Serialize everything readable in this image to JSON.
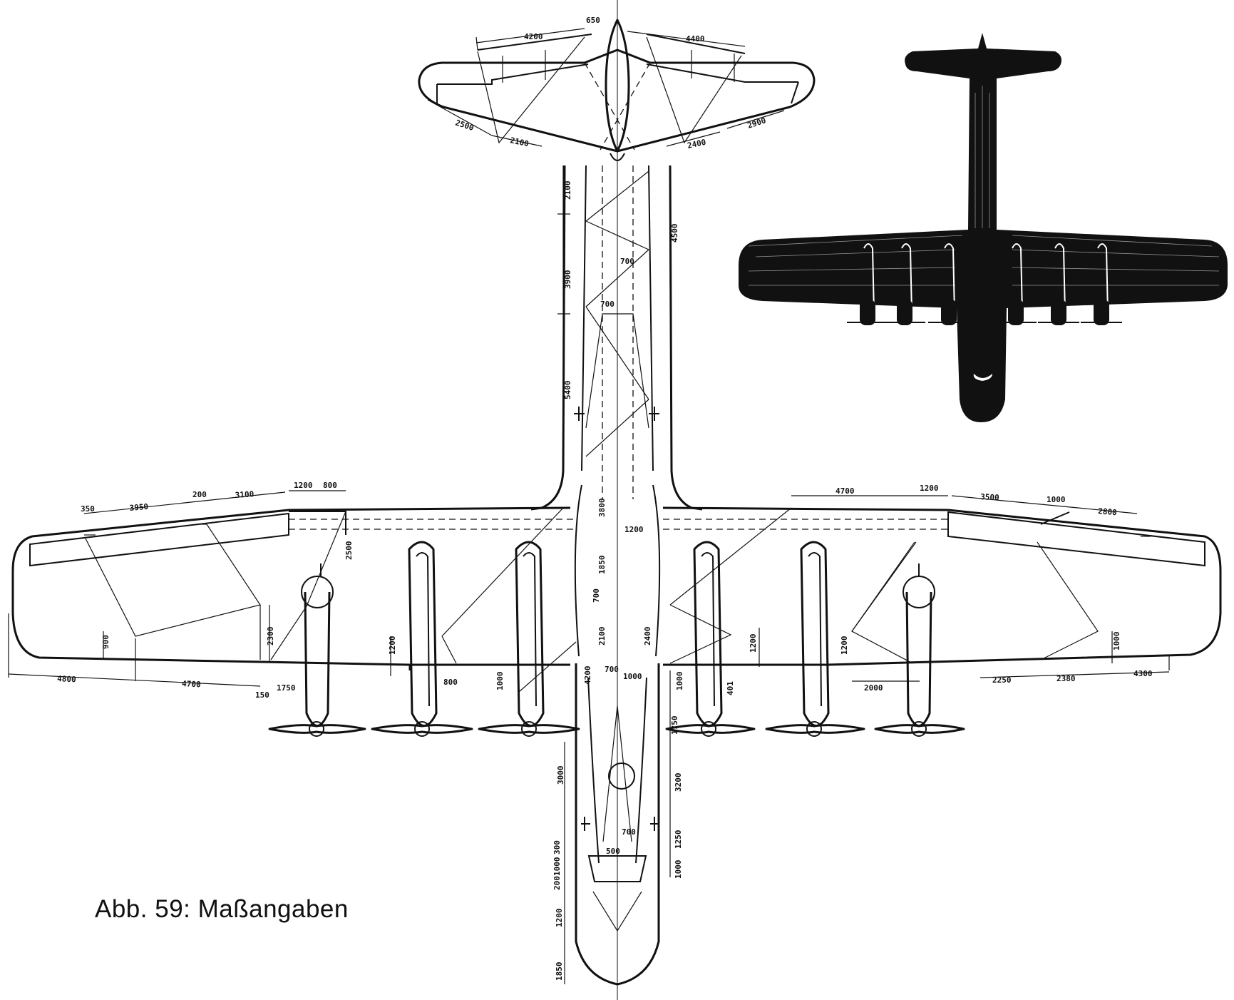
{
  "caption": "Abb. 59:  Maßangaben",
  "dimensions": {
    "tail": [
      "4200",
      "650",
      "4400",
      "2500",
      "2100",
      "2400",
      "2900"
    ],
    "fuselage_left": [
      "2100",
      "3900",
      "5400"
    ],
    "fuselage_right": [
      "4500"
    ],
    "fuselage_center": [
      "700",
      "700",
      "3800",
      "1200",
      "1850",
      "700",
      "2100",
      "2400",
      "4200",
      "700",
      "1000"
    ],
    "wing_left_top": [
      "350",
      "3950",
      "200",
      "3100",
      "1200",
      "800"
    ],
    "wing_left_vert": [
      "2500",
      "2300",
      "900",
      "1200",
      "1000"
    ],
    "wing_left_bottom": [
      "4800",
      "4700",
      "150",
      "1750",
      "800"
    ],
    "wing_right_top": [
      "4700",
      "1200",
      "3500",
      "1000",
      "2800"
    ],
    "wing_right_vert": [
      "1000",
      "401",
      "1200",
      "1200",
      "1000"
    ],
    "wing_right_bottom": [
      "2000",
      "2250",
      "2380",
      "4300"
    ],
    "rear_fuselage": [
      "1750",
      "3000",
      "3200",
      "700",
      "500",
      "300",
      "1000",
      "1250",
      "1000",
      "200",
      "1200",
      "1850"
    ]
  }
}
